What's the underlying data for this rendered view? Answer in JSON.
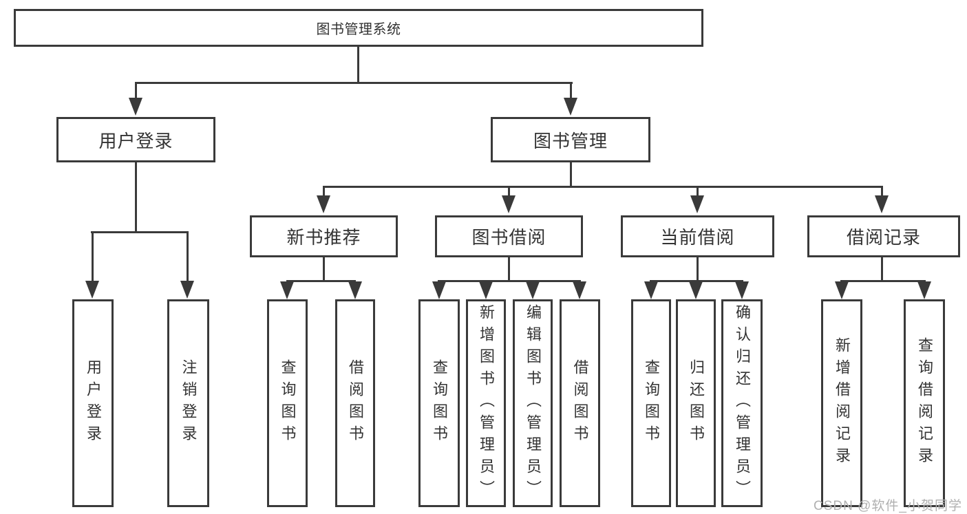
{
  "diagram": {
    "root": {
      "label": "图书管理系统"
    },
    "level2": [
      {
        "label": "用户登录"
      },
      {
        "label": "图书管理"
      }
    ],
    "level3": [
      {
        "label": "新书推荐"
      },
      {
        "label": "图书借阅"
      },
      {
        "label": "当前借阅"
      },
      {
        "label": "借阅记录"
      }
    ],
    "leaves": {
      "user_login": [
        "用户登录",
        "注销登录"
      ],
      "new_book_recommendation": [
        "查询图书",
        "借阅图书"
      ],
      "book_borrowing": [
        "查询图书",
        "新增图书（管理员）",
        "编辑图书（管理员）",
        "借阅图书"
      ],
      "current_borrowing": [
        "查询图书",
        "归还图书",
        "确认归还（管理员）"
      ],
      "borrowing_records": [
        "新增借阅记录",
        "查询借阅记录"
      ]
    },
    "watermark": "CSDN @软件_小贺同学",
    "colors": {
      "line": "#3a3a3a",
      "text": "#333333",
      "watermark": "#b0b0b0",
      "background": "#ffffff"
    }
  }
}
